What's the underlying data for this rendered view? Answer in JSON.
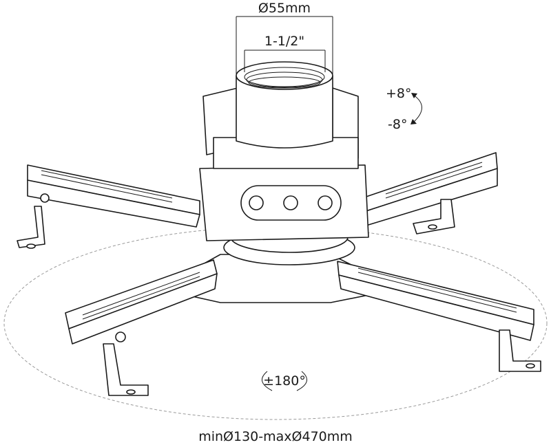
{
  "diagram": {
    "outer_diameter_label": "Ø55mm",
    "thread_size_label": "1-1/2\"",
    "tilt_up_label": "+8°",
    "tilt_down_label": "-8°",
    "rotation_label": "±180°",
    "range_label": "minØ130-maxØ470mm"
  }
}
